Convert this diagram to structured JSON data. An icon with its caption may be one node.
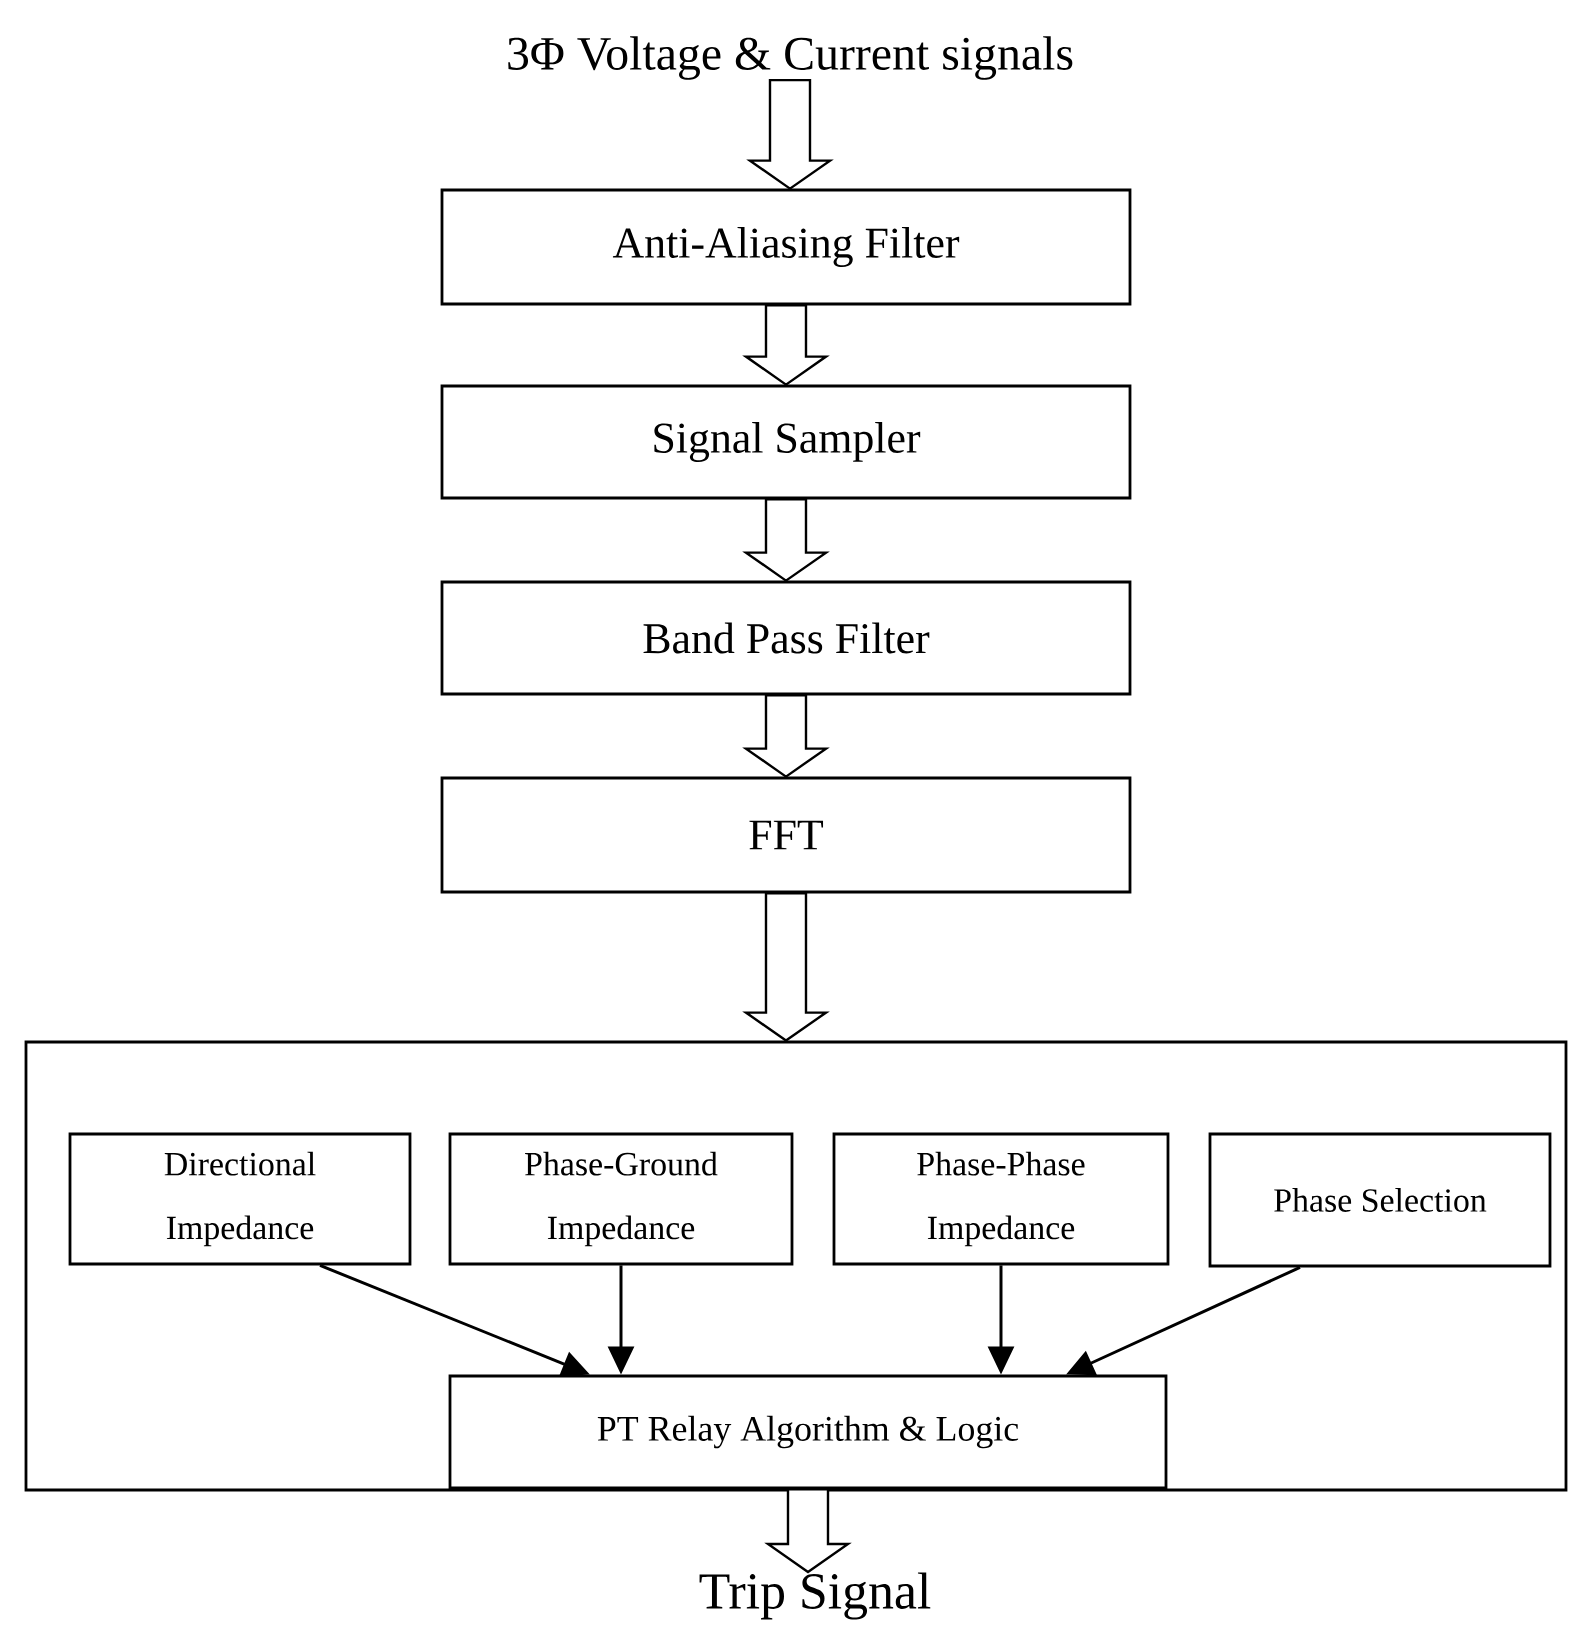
{
  "diagram": {
    "nodes": [
      {
        "text": [
          "3Φ Voltage & Current signals"
        ]
      },
      {
        "text": [
          "Anti-Aliasing Filter"
        ]
      },
      {
        "text": [
          "Signal Sampler"
        ]
      },
      {
        "text": [
          "Band Pass Filter"
        ]
      },
      {
        "text": [
          "FFT"
        ]
      },
      {
        "text": [],
        "shape": "box"
      },
      {
        "text": [
          "Directional Impedance"
        ],
        "in": 5
      },
      {
        "text": [
          "Phase-Ground Impedance"
        ],
        "in": 5
      },
      {
        "text": [
          "Phase-Phase Impedance"
        ],
        "in": 5
      },
      {
        "text": [
          "Phase Selection"
        ],
        "in": 5
      },
      {
        "text": [
          "PT Relay Algorithm & Logic"
        ],
        "in": 5
      },
      {
        "text": [
          "Trip Signal"
        ]
      }
    ],
    "edges": [
      {
        "from": 0,
        "to": 1,
        "arrow": "to"
      },
      {
        "from": 1,
        "to": 2,
        "arrow": "to"
      },
      {
        "from": 2,
        "to": 3,
        "arrow": "to"
      },
      {
        "from": 3,
        "to": 4,
        "arrow": "to"
      },
      {
        "from": 4,
        "to": 5,
        "arrow": "to"
      },
      {
        "from": 6,
        "to": 10,
        "arrow": "to"
      },
      {
        "from": 7,
        "to": 10,
        "arrow": "to"
      },
      {
        "from": 8,
        "to": 10,
        "arrow": "to"
      },
      {
        "from": 9,
        "to": 10,
        "arrow": "to"
      },
      {
        "from": 10,
        "to": 11,
        "arrow": "to"
      }
    ]
  }
}
